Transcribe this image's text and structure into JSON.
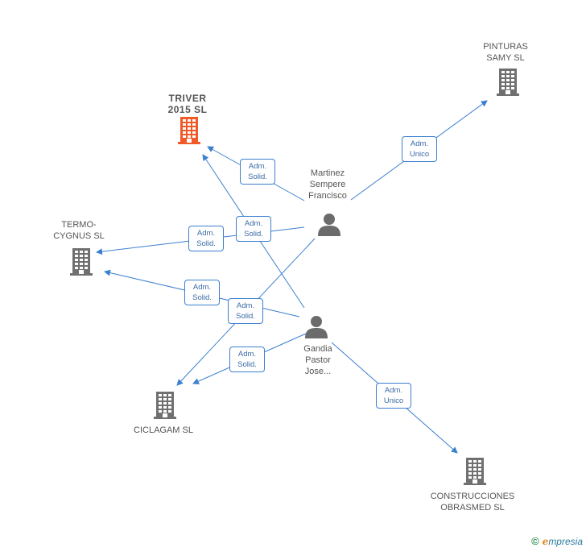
{
  "colors": {
    "edge": "#3b7fd0",
    "company": "#707070",
    "focus_company": "#f05a28",
    "person": "#6b6b6b"
  },
  "nodes": [
    {
      "id": "triver",
      "type": "company",
      "focus": true,
      "label": "TRIVER\n2015  SL"
    },
    {
      "id": "pinturas",
      "type": "company",
      "focus": false,
      "label": "PINTURAS\nSAMY SL"
    },
    {
      "id": "termo",
      "type": "company",
      "focus": false,
      "label": "TERMO-\nCYGNUS SL"
    },
    {
      "id": "ciclagam",
      "type": "company",
      "focus": false,
      "label": "CICLAGAM SL"
    },
    {
      "id": "construcciones",
      "type": "company",
      "focus": false,
      "label": "CONSTRUCCIONES\nOBRASMED SL"
    },
    {
      "id": "martinez",
      "type": "person",
      "label": "Martinez\nSempere\nFrancisco"
    },
    {
      "id": "gandia",
      "type": "person",
      "label": "Gandia\nPastor\nJose..."
    }
  ],
  "edges": [
    {
      "from": "martinez",
      "to": "triver",
      "label": "Adm.\nSolid."
    },
    {
      "from": "martinez",
      "to": "pinturas",
      "label": "Adm.\nUnico"
    },
    {
      "from": "martinez",
      "to": "termo",
      "label": "Adm.\nSolid."
    },
    {
      "from": "martinez",
      "to": "ciclagam",
      "label": "Adm.\nSolid."
    },
    {
      "from": "gandia",
      "to": "triver",
      "label": "Adm.\nSolid."
    },
    {
      "from": "gandia",
      "to": "termo",
      "label": "Adm.\nSolid."
    },
    {
      "from": "gandia",
      "to": "ciclagam",
      "label": "Adm.\nSolid."
    },
    {
      "from": "gandia",
      "to": "construcciones",
      "label": "Adm.\nUnico"
    }
  ],
  "brand": {
    "copyright": "©",
    "initial": "e",
    "name": "mpresia"
  }
}
